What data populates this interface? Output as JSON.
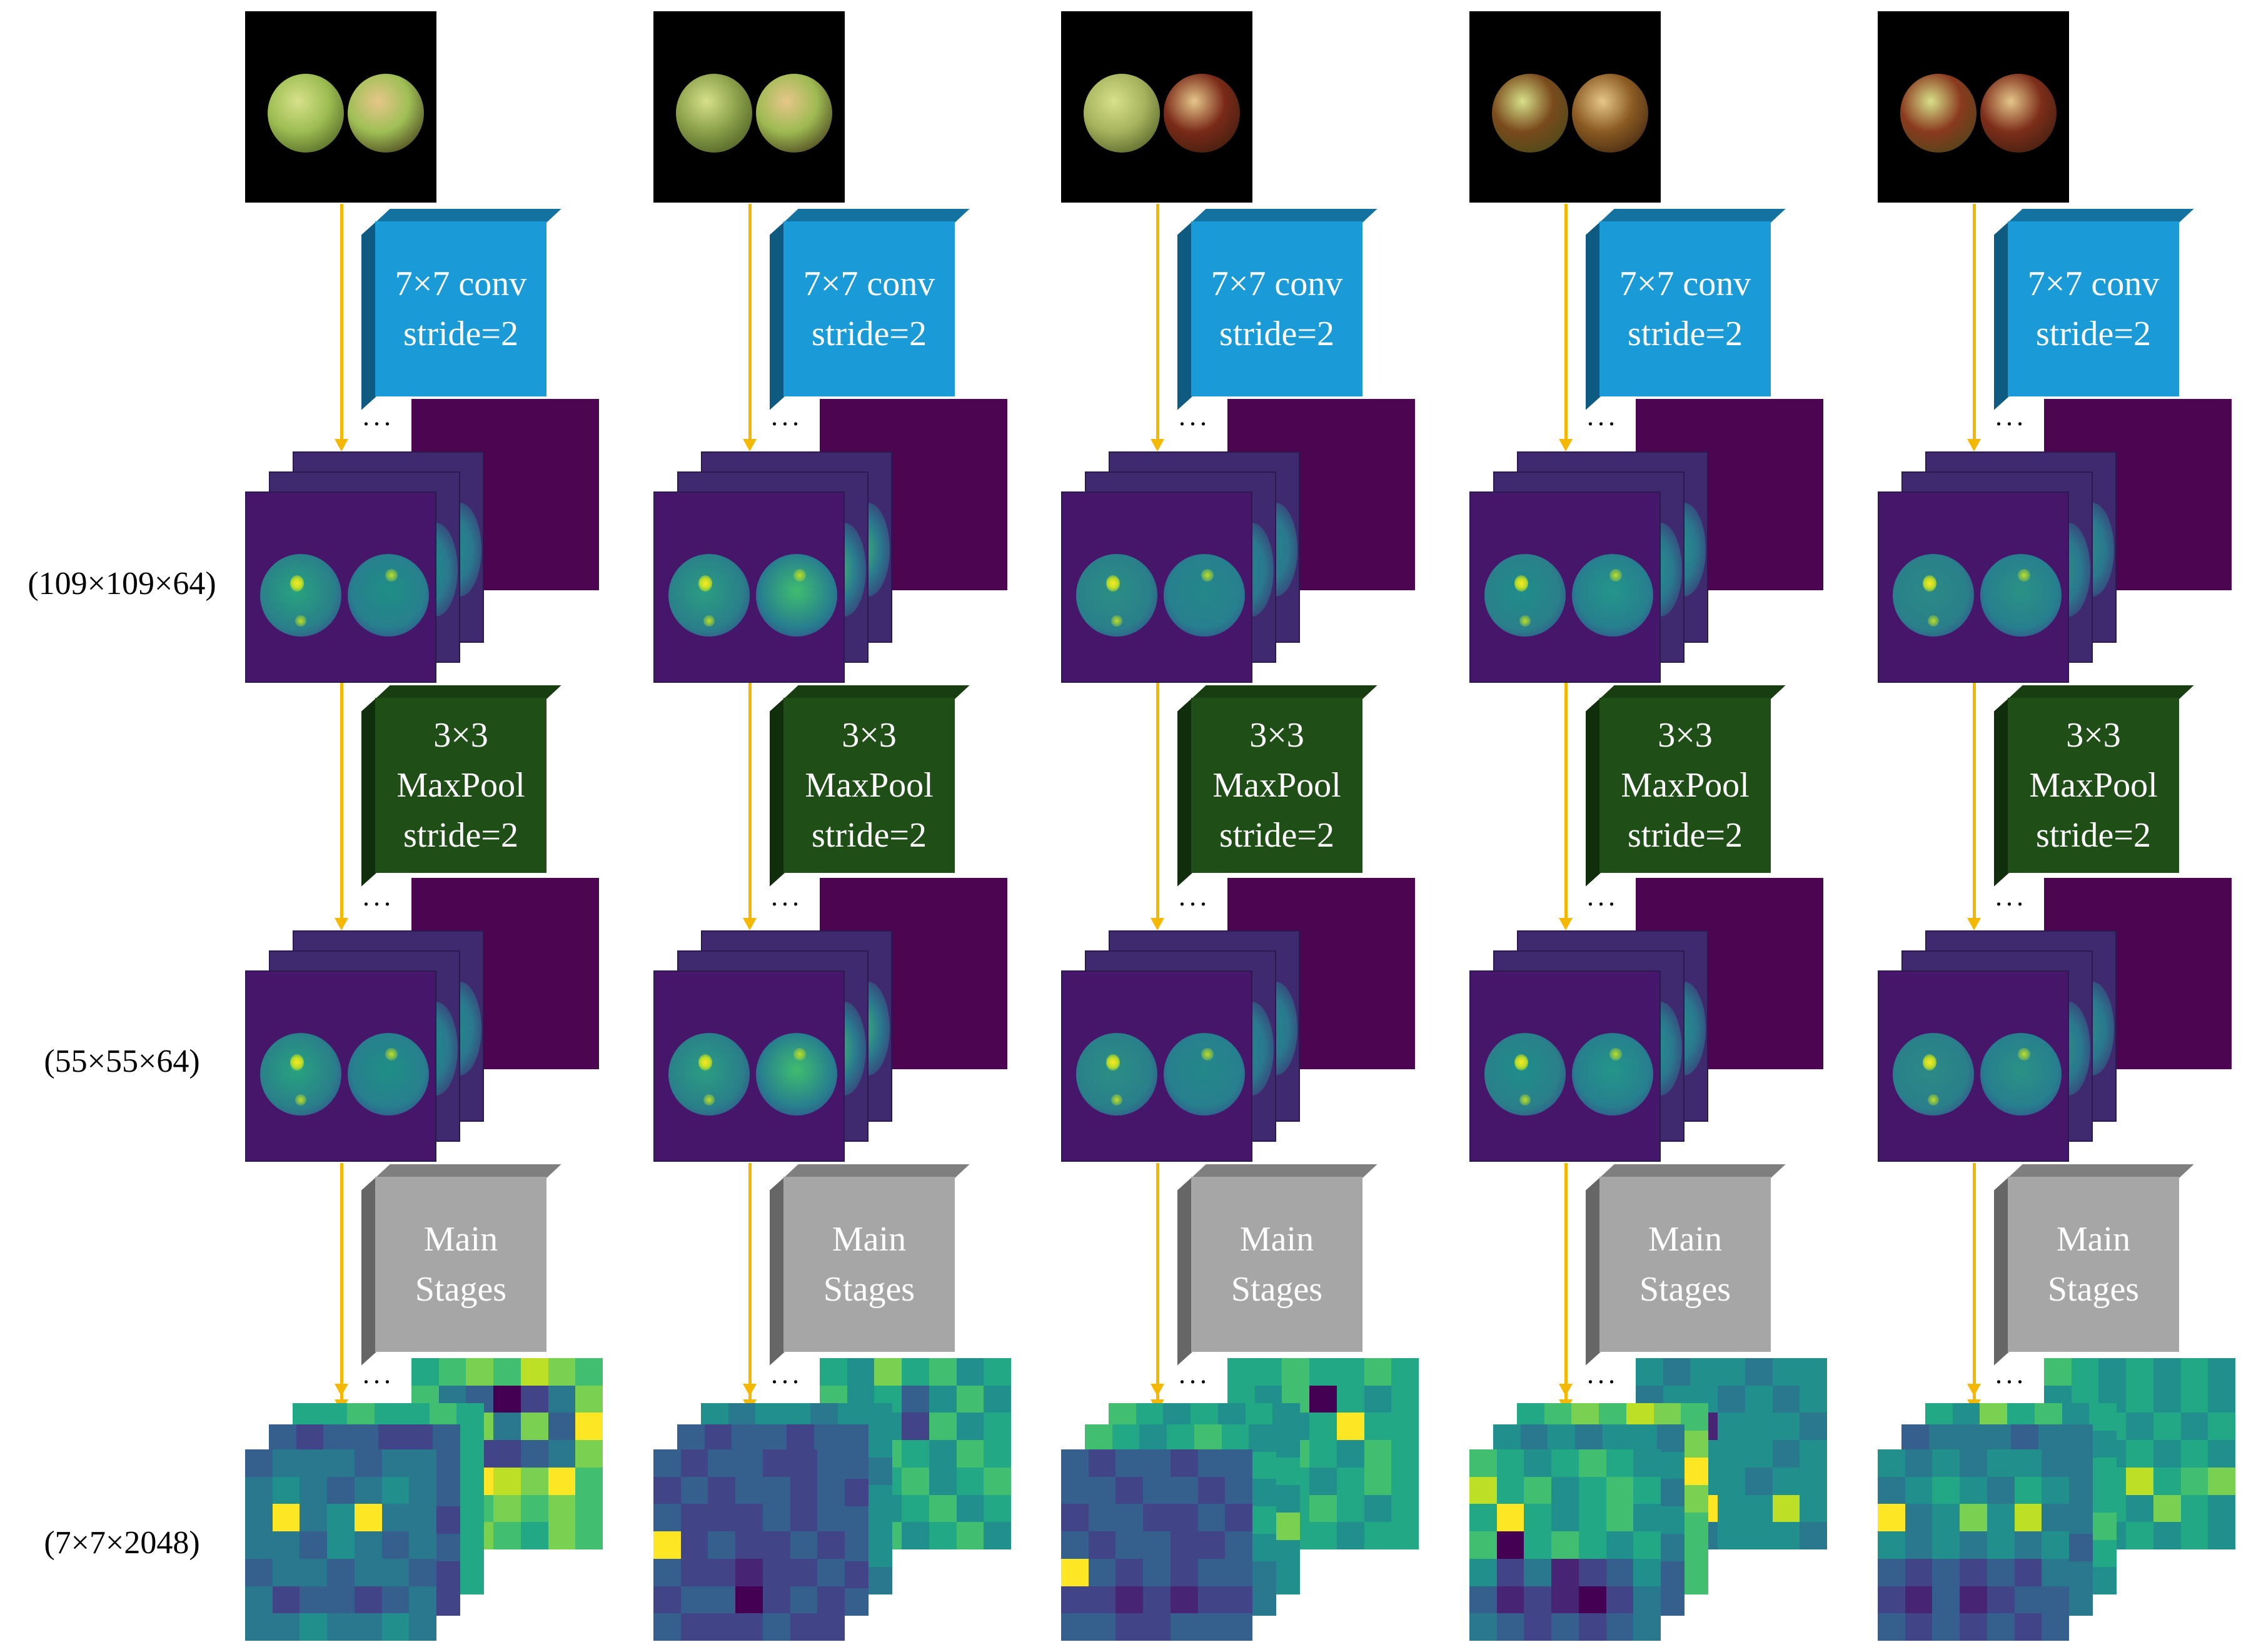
{
  "row_labels": {
    "conv_output": "(109×109×64)",
    "pool_output": "(55×55×64)",
    "stage_output": "(7×7×2048)"
  },
  "ops": {
    "conv": {
      "line1": "7×7 conv",
      "line2": "stride=2"
    },
    "pool": {
      "line1": "3×3",
      "line2": "MaxPool",
      "line3": "stride=2"
    },
    "stages": {
      "line1": "Main",
      "line2": "Stages"
    }
  },
  "ellipsis": "...",
  "colors": {
    "conv_face": "#1a9ad6",
    "conv_top": "#13729f",
    "conv_side": "#0f5a80",
    "pool_face": "#1f4e17",
    "pool_top": "#173d11",
    "pool_side": "#112e0c",
    "stage_face": "#a6a6a6",
    "stage_top": "#7f7f7f",
    "stage_side": "#666666",
    "arrow": "#f5b800",
    "featuremap_bg": "#4c0551"
  },
  "samples": [
    {
      "fruit_left": "#9dbd52",
      "fruit_right": "#9fbf55",
      "map_left": "#27a37e",
      "map_right": "#1f8f85"
    },
    {
      "fruit_left": "#8ba04a",
      "fruit_right": "#9eba52",
      "map_left": "#2b9d81",
      "map_right": "#3fbd6f"
    },
    {
      "fruit_left": "#a7b35d",
      "fruit_right": "#7a2a18",
      "map_left": "#2a8f84",
      "map_right": "#23888a"
    },
    {
      "fruit_left": "#7a4a1c",
      "fruit_right": "#8a5a22",
      "map_left": "#1f8d8a",
      "map_right": "#23968a"
    },
    {
      "fruit_left": "#8a3a1e",
      "fruit_right": "#7d2e1a",
      "map_left": "#2a8a85",
      "map_right": "#2a9285"
    }
  ]
}
